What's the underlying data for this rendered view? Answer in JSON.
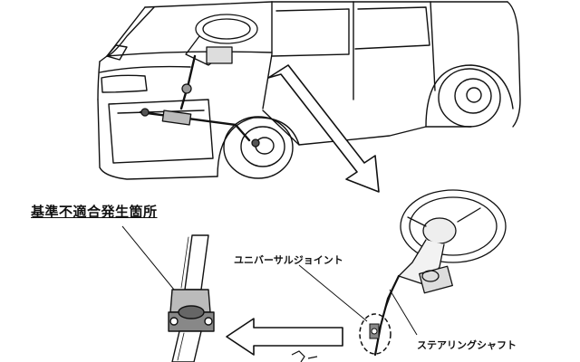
{
  "labels": {
    "defect_location": "基準不適合発生箇所",
    "universal_joint": "ユニバーサルジョイント",
    "steering_shaft": "ステアリングシャフト"
  },
  "colors": {
    "line": "#111111",
    "background": "#ffffff",
    "arrow_fill": "#ffffff"
  }
}
